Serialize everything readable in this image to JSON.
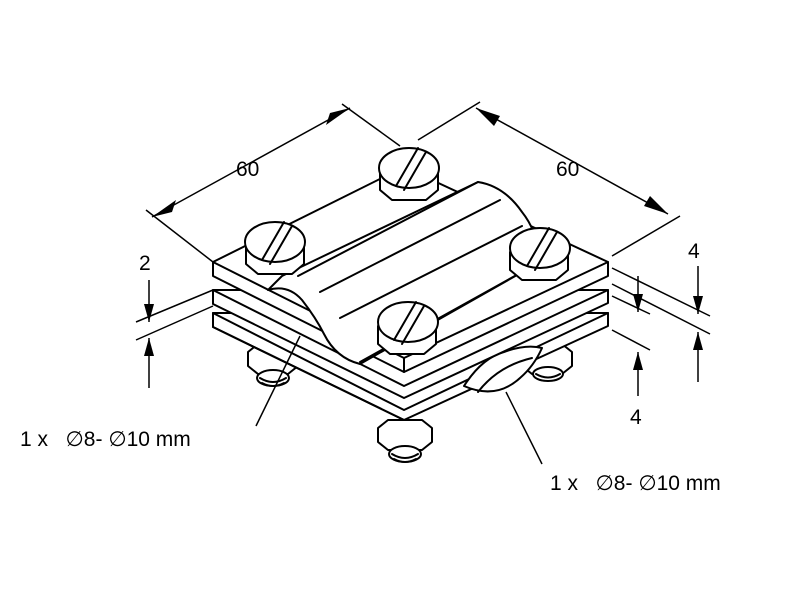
{
  "dimensions": {
    "width_left": "60",
    "width_right": "60",
    "plate_thickness": "2",
    "gap_right_upper": "4",
    "gap_right_lower": "4"
  },
  "labels": {
    "conductor_upper": "1 x   ∅8- ∅10 mm",
    "conductor_lower": "1 x   ∅8- ∅10 mm"
  }
}
